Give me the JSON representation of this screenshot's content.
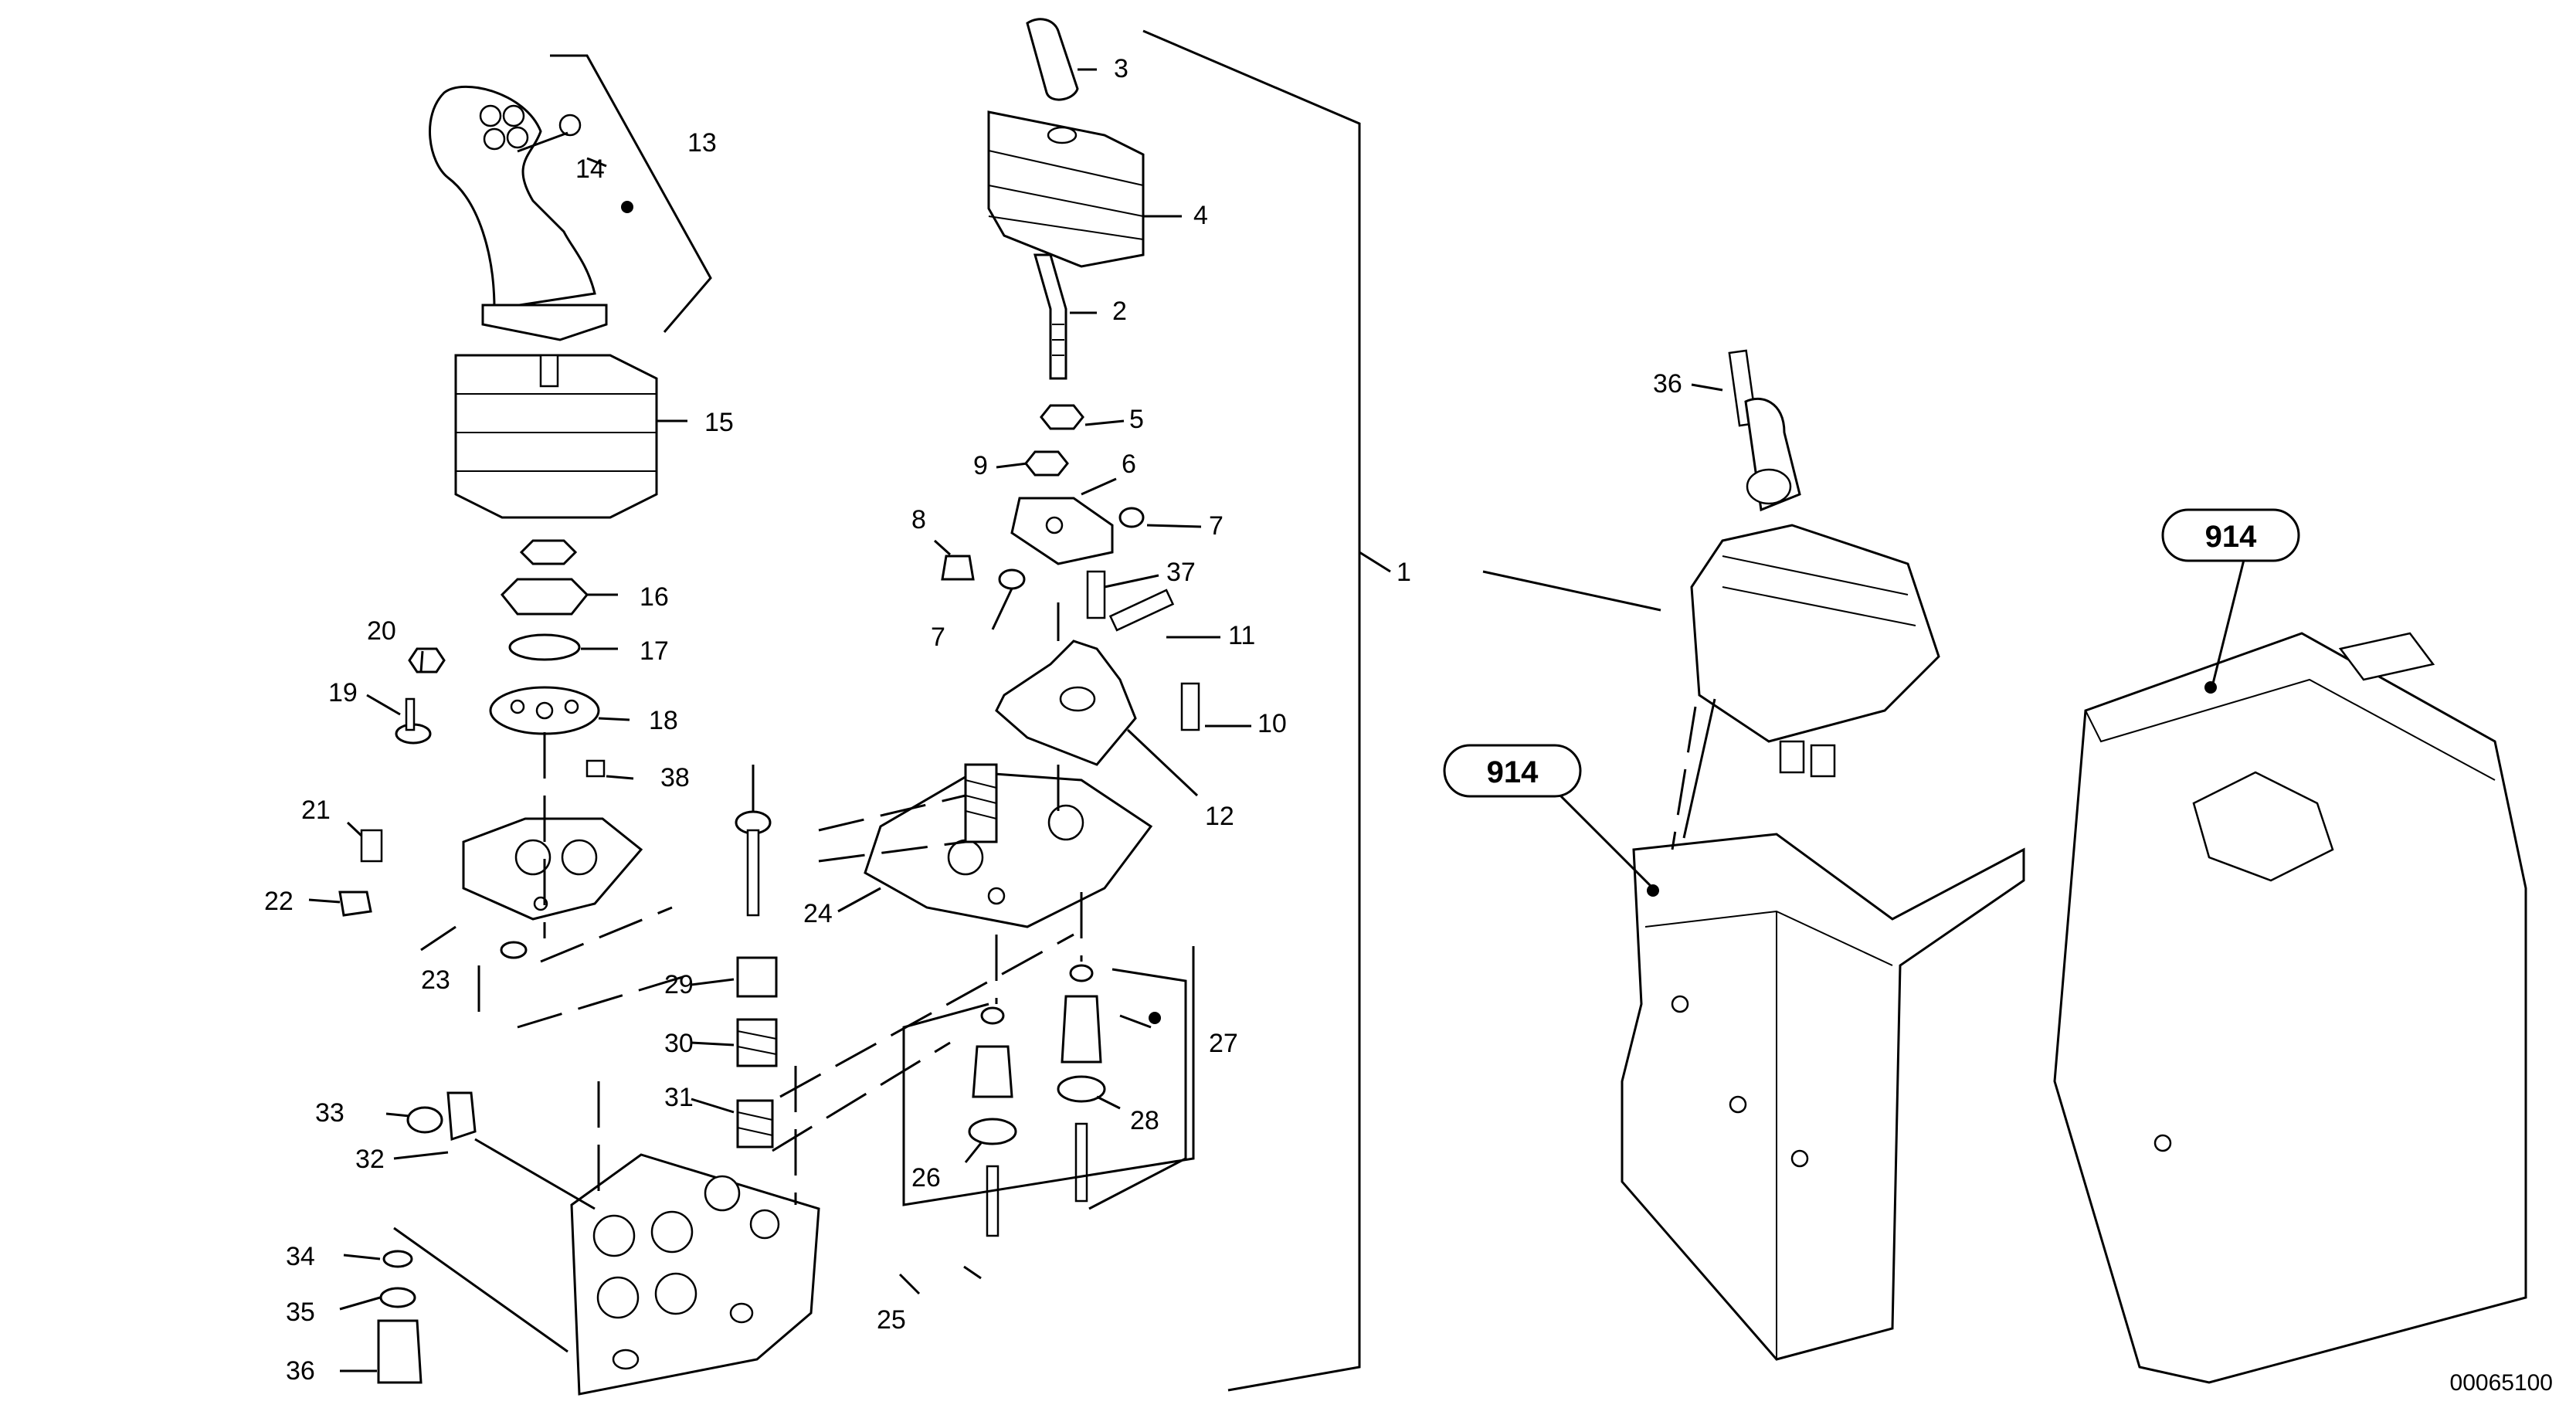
{
  "callouts": [
    {
      "id": "c1",
      "label": "1"
    },
    {
      "id": "c2",
      "label": "2"
    },
    {
      "id": "c3",
      "label": "3"
    },
    {
      "id": "c4",
      "label": "4"
    },
    {
      "id": "c5",
      "label": "5"
    },
    {
      "id": "c6",
      "label": "6"
    },
    {
      "id": "c7a",
      "label": "7"
    },
    {
      "id": "c7b",
      "label": "7"
    },
    {
      "id": "c8",
      "label": "8"
    },
    {
      "id": "c9",
      "label": "9"
    },
    {
      "id": "c10",
      "label": "10"
    },
    {
      "id": "c11",
      "label": "11"
    },
    {
      "id": "c12",
      "label": "12"
    },
    {
      "id": "c13",
      "label": "13"
    },
    {
      "id": "c14",
      "label": "14"
    },
    {
      "id": "c15",
      "label": "15"
    },
    {
      "id": "c16",
      "label": "16"
    },
    {
      "id": "c17",
      "label": "17"
    },
    {
      "id": "c18",
      "label": "18"
    },
    {
      "id": "c19",
      "label": "19"
    },
    {
      "id": "c20",
      "label": "20"
    },
    {
      "id": "c21",
      "label": "21"
    },
    {
      "id": "c22",
      "label": "22"
    },
    {
      "id": "c23",
      "label": "23"
    },
    {
      "id": "c24",
      "label": "24"
    },
    {
      "id": "c25",
      "label": "25"
    },
    {
      "id": "c26",
      "label": "26"
    },
    {
      "id": "c27",
      "label": "27"
    },
    {
      "id": "c28",
      "label": "28"
    },
    {
      "id": "c29",
      "label": "29"
    },
    {
      "id": "c30",
      "label": "30"
    },
    {
      "id": "c31",
      "label": "31"
    },
    {
      "id": "c32",
      "label": "32"
    },
    {
      "id": "c33",
      "label": "33"
    },
    {
      "id": "c34",
      "label": "34"
    },
    {
      "id": "c35",
      "label": "35"
    },
    {
      "id": "c36",
      "label": "36"
    },
    {
      "id": "c37",
      "label": "37"
    },
    {
      "id": "c38",
      "label": "38"
    },
    {
      "id": "c39",
      "label": "39"
    }
  ],
  "group_refs": [
    {
      "id": "g914a",
      "label": "914"
    },
    {
      "id": "g914b",
      "label": "914"
    }
  ],
  "drawing_number": "00065100"
}
